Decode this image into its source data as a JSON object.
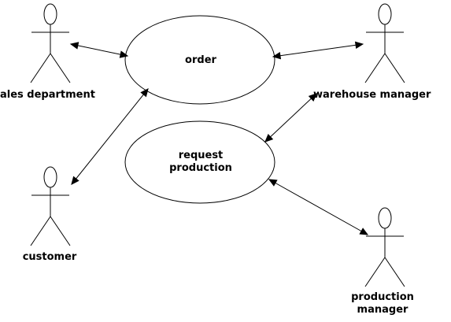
{
  "diagram": {
    "actors": [
      {
        "id": "sales",
        "label": "ales department"
      },
      {
        "id": "warehouse",
        "label": "warehouse manager"
      },
      {
        "id": "customer",
        "label": "customer"
      },
      {
        "id": "production",
        "label": "production\nmanager"
      }
    ],
    "use_cases": [
      {
        "id": "order",
        "label": "order"
      },
      {
        "id": "request",
        "label": "request\nproduction"
      }
    ],
    "associations": [
      {
        "from": "sales",
        "to": "order",
        "arrows": "both"
      },
      {
        "from": "warehouse",
        "to": "order",
        "arrows": "both"
      },
      {
        "from": "customer",
        "to": "order",
        "arrows": "both"
      },
      {
        "from": "warehouse",
        "to": "request",
        "arrows": "both"
      },
      {
        "from": "production",
        "to": "request",
        "arrows": "both"
      }
    ],
    "stroke_color": "#000000",
    "background_color": "#ffffff"
  }
}
